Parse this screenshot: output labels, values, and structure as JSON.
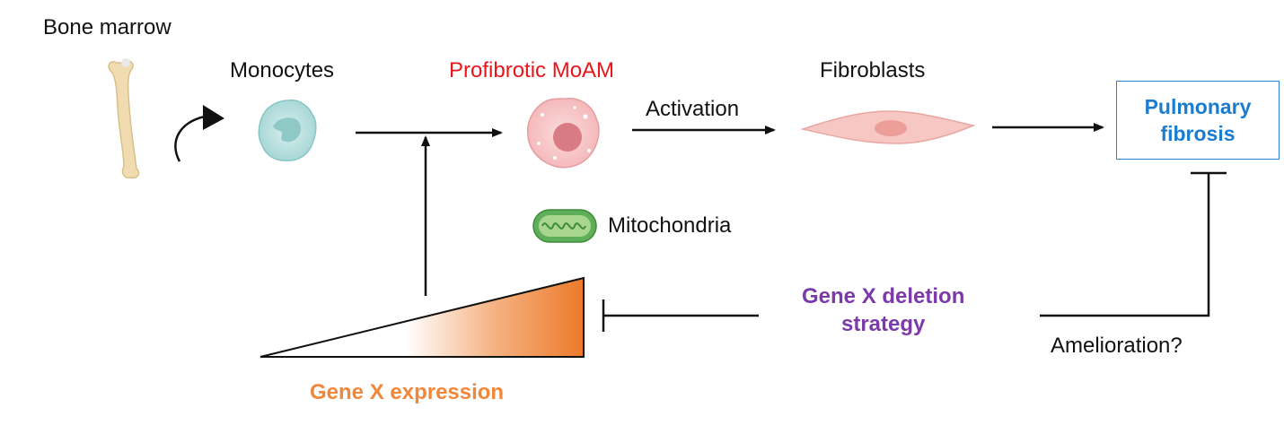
{
  "labels": {
    "bone_marrow": "Bone marrow",
    "monocytes": "Monocytes",
    "moam": "Profibrotic MoAM",
    "fibroblasts": "Fibroblasts",
    "activation": "Activation",
    "mitochondria": "Mitochondria",
    "target": "Pulmonary\nfibrosis",
    "strategy": "Gene X deletion\nstrategy",
    "amelioration": "Amelioration?",
    "expression": "Gene X expression"
  },
  "colors": {
    "moam_label": "#e8161b",
    "target_text": "#1a7cd0",
    "target_border": "#2f7fd0",
    "strategy": "#7b3aa8",
    "expression": "#f0873a",
    "gradient_end": "#ec7a2a",
    "arrow": "#111111"
  },
  "icons": {
    "bone": "bone-icon",
    "curved_arrow": "curved-arrow-icon",
    "monocyte": "monocyte-cell-icon",
    "moam": "macrophage-cell-icon",
    "fibroblast": "fibroblast-cell-icon",
    "mitochondrion": "mitochondrion-icon"
  }
}
